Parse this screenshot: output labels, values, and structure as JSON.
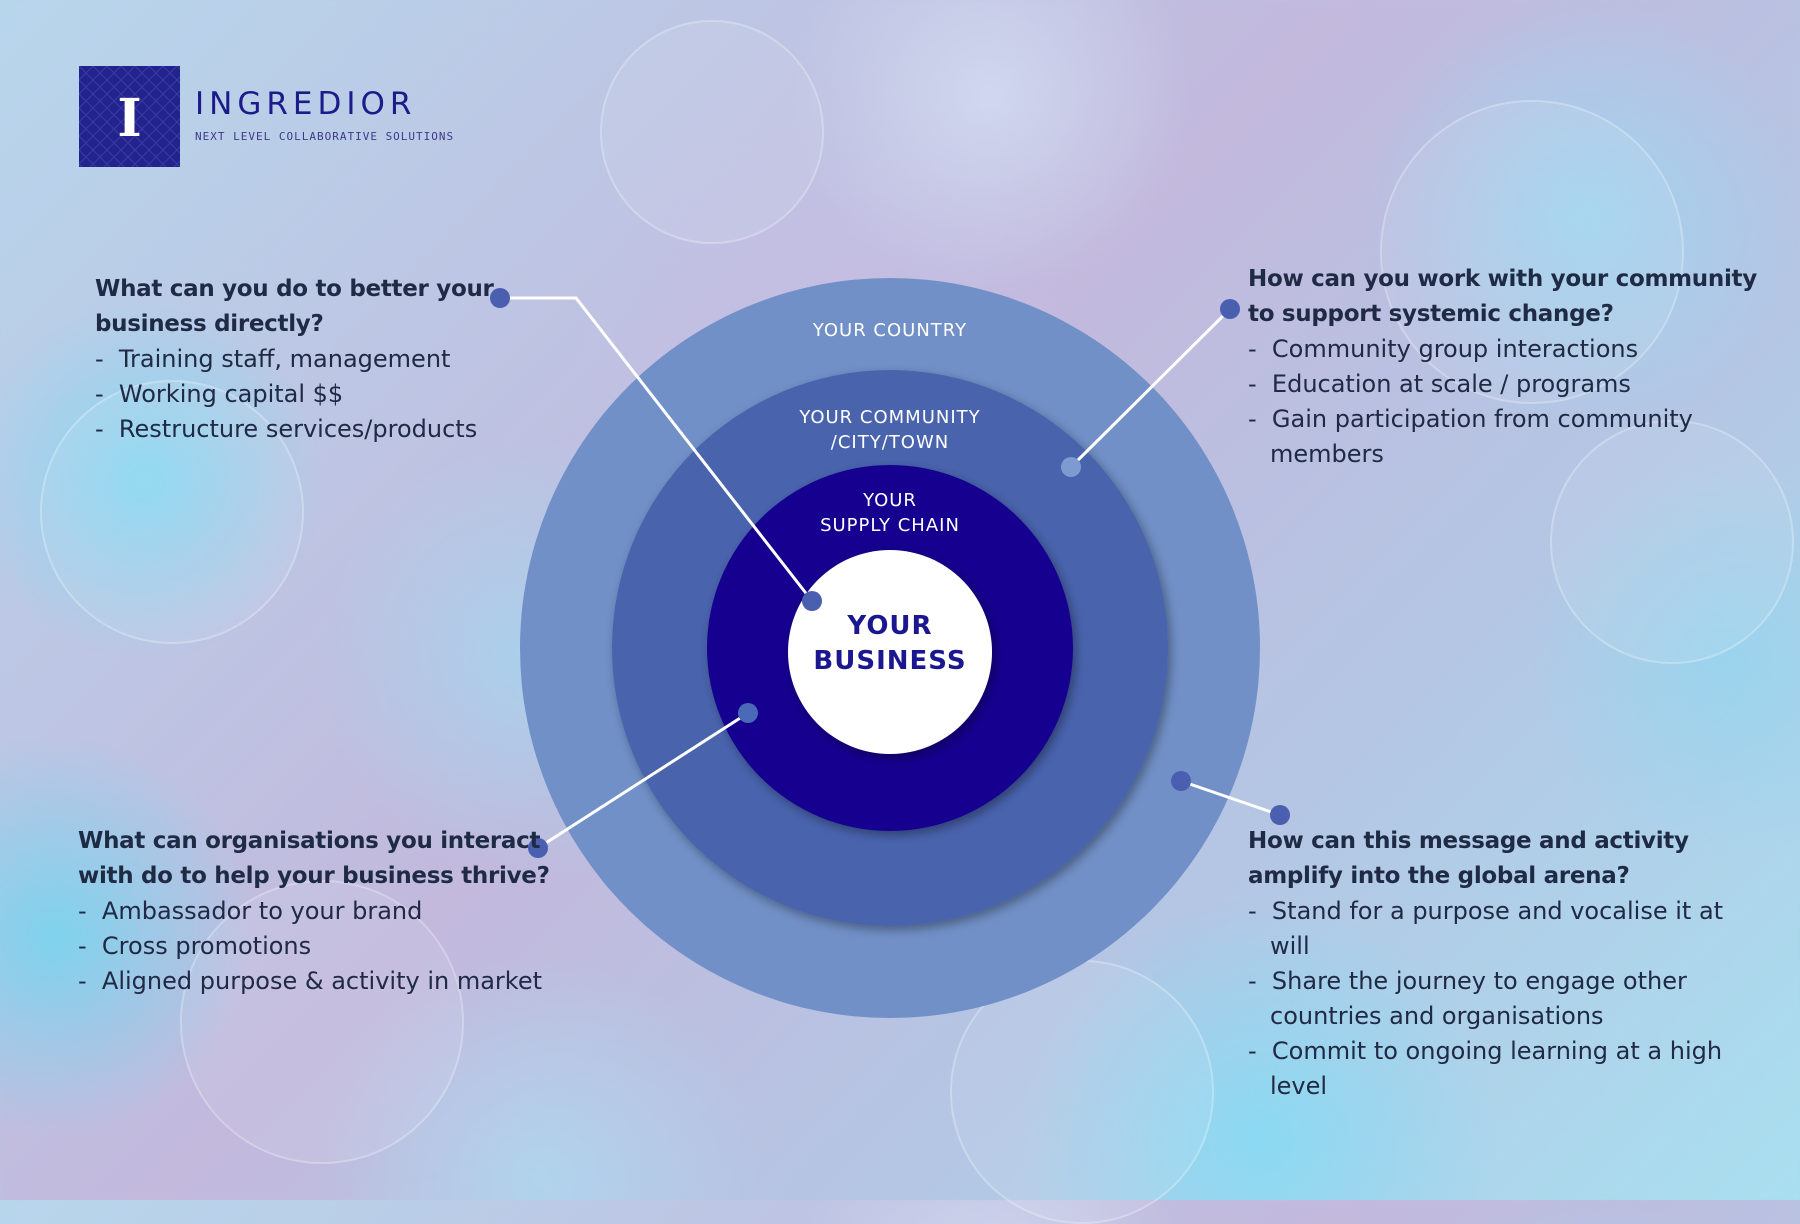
{
  "brand": {
    "logo_letter": "I",
    "name": "INGREDIOR",
    "tagline": "NEXT LEVEL COLLABORATIVE SOLUTIONS"
  },
  "diagram": {
    "rings": [
      {
        "label_lines": [
          "YOUR COUNTRY"
        ],
        "color": "#7190c7"
      },
      {
        "label_lines": [
          "YOUR COMMUNITY",
          "/CITY/TOWN"
        ],
        "color": "#4864ad"
      },
      {
        "label_lines": [
          "YOUR",
          "SUPPLY CHAIN"
        ],
        "color": "#15008f"
      }
    ],
    "center": {
      "label_lines": [
        "YOUR",
        "BUSINESS"
      ],
      "color": "#ffffff",
      "text_color": "#1a1790"
    }
  },
  "blocks": {
    "business": {
      "heading_lines": [
        "What can you do to better your",
        "business directly?"
      ],
      "items": [
        "Training staff, management",
        "Working capital $$",
        "Restructure services/products"
      ]
    },
    "community": {
      "heading_lines": [
        "How can you work with your community",
        "to support systemic change?"
      ],
      "items": [
        "Community group interactions",
        "Education at scale / programs",
        "Gain participation from community members"
      ]
    },
    "supply_chain": {
      "heading_lines": [
        "What can organisations you interact",
        "with do to help your business thrive?"
      ],
      "items": [
        "Ambassador to your brand",
        "Cross promotions",
        "Aligned purpose & activity in market"
      ]
    },
    "global": {
      "heading_lines": [
        "How can this message and activity",
        "amplify into the global arena?"
      ],
      "items": [
        "Stand for a purpose and vocalise it at will",
        "Share the journey to engage other countries and organisations",
        "Commit to ongoing learning at a high level"
      ]
    }
  },
  "colors": {
    "dot": "#4a5fb0",
    "connector": "#ffffff",
    "text": "#1f2a44"
  }
}
